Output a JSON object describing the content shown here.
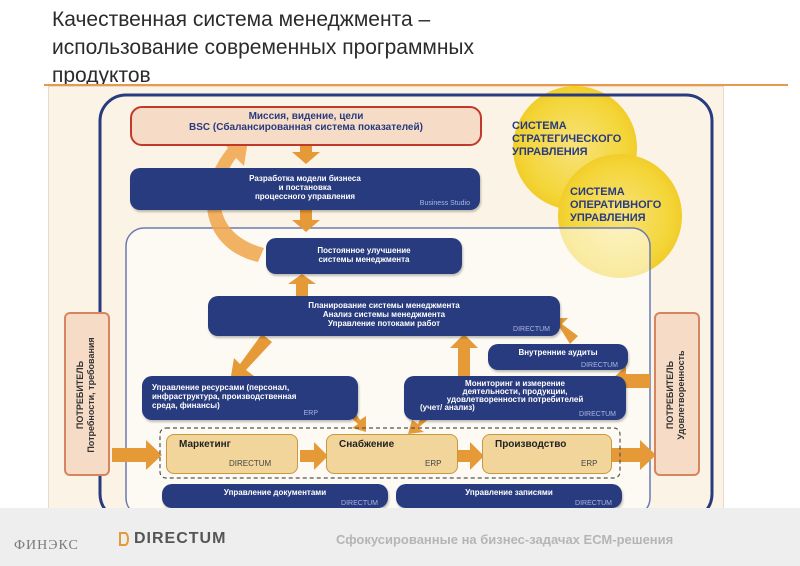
{
  "title": {
    "line1": "Качественная система менеджмента –",
    "line2": "использование современных программных",
    "line3": "продуктов"
  },
  "top_box": {
    "line1": "Миссия, видение, цели",
    "line2": "BSC (Сбалансированная система показателей)"
  },
  "strategic_label": [
    "СИСТЕМА",
    "СТРАТЕГИЧЕСКОГО",
    "УПРАВЛЕНИЯ"
  ],
  "operational_label": [
    "СИСТЕМА",
    "ОПЕРАТИВНОГО",
    "УПРАВЛЕНИЯ"
  ],
  "business_model_box": {
    "lines": [
      "Разработка модели бизнеса",
      "и постановка",
      "процессного управления"
    ],
    "tool": "Business Studio"
  },
  "improvement_box": {
    "lines": [
      "Постоянное улучшение",
      "системы менеджмента"
    ]
  },
  "planning_box": {
    "lines": [
      "Планирование системы менеджмента",
      "Анализ системы менеджмента",
      "Управление потоками работ"
    ],
    "tool": "DIRECTUM"
  },
  "audit_box": {
    "label": "Внутренние аудиты",
    "tool": "DIRECTUM"
  },
  "resources_box": {
    "lines": [
      "Управление ресурсами (персонал,",
      "инфраструктура, производственная",
      "среда, финансы)"
    ],
    "tool": "ERP"
  },
  "monitoring_box": {
    "lines": [
      "Мониторинг и измерение",
      "деятельности, продукции,",
      "удовлетворенности потребителей",
      "(учет/ анализ)"
    ],
    "tool": "DIRECTUM"
  },
  "process_chain": [
    {
      "label": "Маркетинг",
      "tool": "DIRECTUM"
    },
    {
      "label": "Снабжение",
      "tool": "ERP"
    },
    {
      "label": "Производство",
      "tool": "ERP"
    }
  ],
  "documents_box": {
    "label": "Управление документами",
    "tool": "DIRECTUM"
  },
  "records_box": {
    "label": "Управление записями",
    "tool": "DIRECTUM"
  },
  "consumer_left": {
    "line1": "ПОТРЕБИТЕЛЬ",
    "line2": "Потребности, требования"
  },
  "consumer_right": {
    "line1": "ПОТРЕБИТЕЛЬ",
    "line2": "Удовлетворенность"
  },
  "footer": {
    "finex": "ФИНЭКС",
    "directum_logo": "DIRECTUM",
    "slogan": "Сфокусированные на бизнес-задачах ЕСМ-решения"
  },
  "colors": {
    "navy": "#283b7e",
    "orange_arrow": "#e69a37",
    "yellow_circle": "#f4d63a",
    "process_fill": "#f2d59b",
    "side_border": "#d58560",
    "top_border": "#c0392b"
  }
}
